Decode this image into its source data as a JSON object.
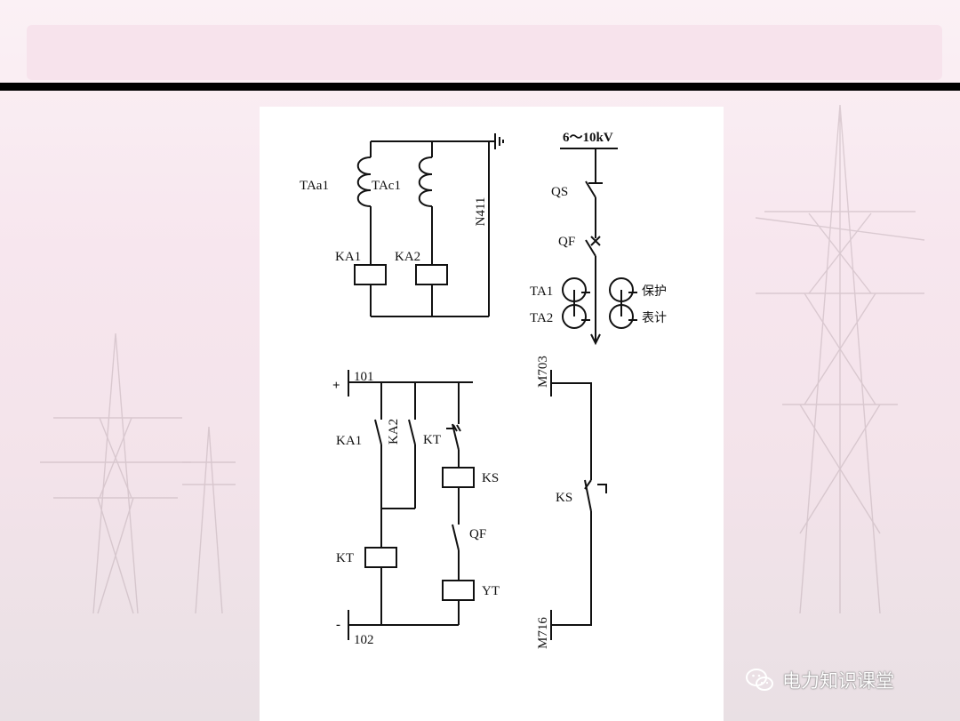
{
  "watermark": {
    "text": "电力知识课堂",
    "icon": "wechat-icon"
  },
  "diagram": {
    "current_circuit": {
      "ct_a_label": "TAa1",
      "ct_c_label": "TAc1",
      "neutral_label": "N411",
      "relay_1_label": "KA1",
      "relay_2_label": "KA2"
    },
    "primary_circuit": {
      "voltage_label": "6～10kV",
      "disconnector_label": "QS",
      "breaker_label": "QF",
      "ct_1_label": "TA1",
      "ct_2_label": "TA2",
      "protection_label": "保护",
      "metering_label": "表计"
    },
    "dc_control_circuit": {
      "positive_sign": "+",
      "positive_bus_label": "101",
      "negative_sign": "-",
      "negative_bus_label": "102",
      "contact_ka1_label": "KA1",
      "contact_ka2_label": "KA2",
      "contact_kt_label": "KT",
      "signal_relay_label": "KS",
      "timer_coil_label": "KT",
      "breaker_aux_label": "QF",
      "trip_coil_label": "YT"
    },
    "signal_circuit": {
      "top_bus_label": "M703",
      "bottom_bus_label": "M716",
      "contact_label": "KS"
    }
  }
}
